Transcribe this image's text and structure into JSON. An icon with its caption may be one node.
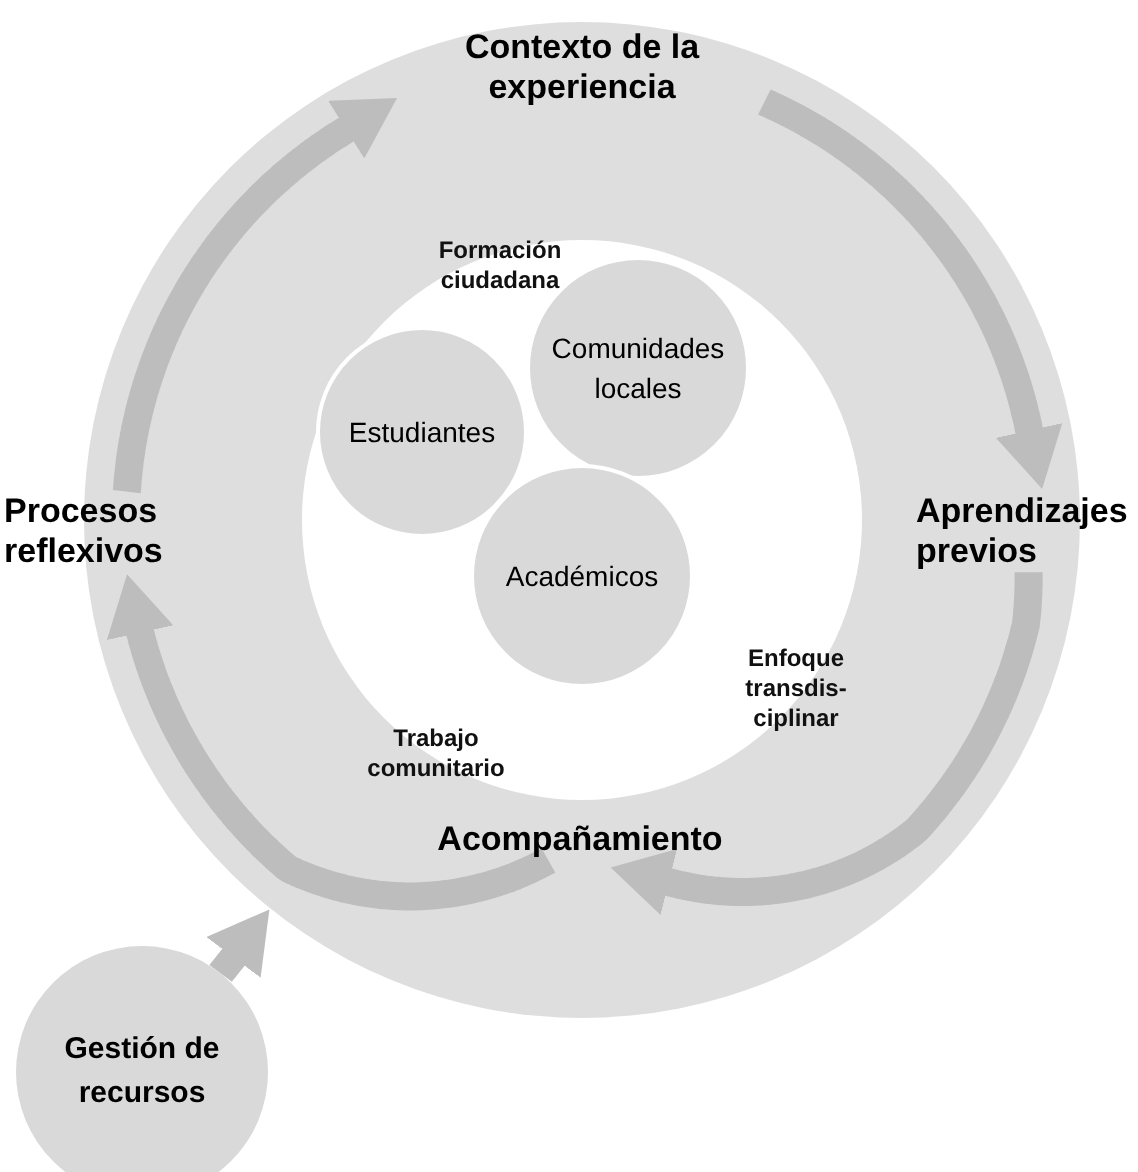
{
  "diagram": {
    "nodes": [
      {
        "text": [],
        "shape": "circle"
      },
      {
        "text": [
          "Contexto de la experiencia"
        ],
        "in": 0
      },
      {
        "text": [
          "Aprendizajes previos"
        ]
      },
      {
        "text": [
          "Acompañamiento"
        ],
        "in": 0
      },
      {
        "text": [
          "Procesos reflexivos"
        ]
      },
      {
        "text": [],
        "shape": "circle",
        "in": 0
      },
      {
        "text": [
          "Estudiantes"
        ],
        "in": 5
      },
      {
        "text": [
          "Comunidades locales"
        ],
        "in": 5
      },
      {
        "text": [
          "Académicos"
        ],
        "in": 5
      },
      {
        "text": [
          "Gestión de recursos"
        ]
      }
    ],
    "edges": [
      {
        "from": 1,
        "to": 2,
        "arrow": "to"
      },
      {
        "from": 2,
        "to": 3,
        "arrow": "to"
      },
      {
        "from": 3,
        "to": 4,
        "arrow": "to"
      },
      {
        "from": 4,
        "to": 1,
        "arrow": "to"
      },
      {
        "from": 9,
        "to": 0,
        "arrow": "to"
      }
    ],
    "labels": [
      "Formación ciudadana",
      "Trabajo comunitario",
      "Enfoque transdis-ciplinar"
    ]
  }
}
